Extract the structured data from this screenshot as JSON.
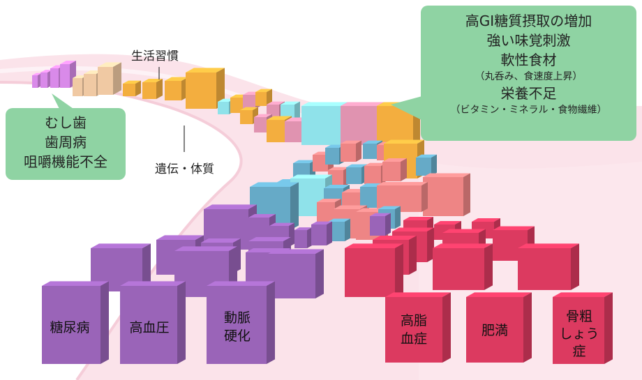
{
  "callouts": {
    "left": {
      "lines": [
        "むし歯",
        "歯周病",
        "咀嚼機能不全"
      ]
    },
    "right": {
      "lines": [
        "高GI糖質摂取の増加",
        "強い味覚刺激",
        "軟性食材",
        "栄養不足"
      ],
      "subs": [
        "（丸呑み、食速度上昇）",
        "（ビタミン・ミネラル・食物繊維）"
      ]
    }
  },
  "labels": {
    "lifestyle": "生活習慣",
    "genetics": "遺伝・体質"
  },
  "diseases": {
    "diabetes": "糖尿病",
    "hypertension": "高血圧",
    "arteriosclerosis": [
      "動脈",
      "硬化"
    ],
    "hyperlipidemia": [
      "高脂",
      "血症"
    ],
    "obesity": "肥満",
    "osteoporosis": [
      "骨粗",
      "しょう",
      "症"
    ]
  },
  "colors": {
    "purple": "#9a64b8",
    "crimson": "#dc3a60",
    "salmon": "#ee8585",
    "teal": "#66aac7",
    "cyan": "#8fe2ea",
    "orange": "#f3ae3f",
    "peach": "#f0c9a3",
    "pink": "#e093b0",
    "violet": "#d98ae9",
    "road": "#fbe3ea",
    "callout": "#8fd3a3"
  }
}
